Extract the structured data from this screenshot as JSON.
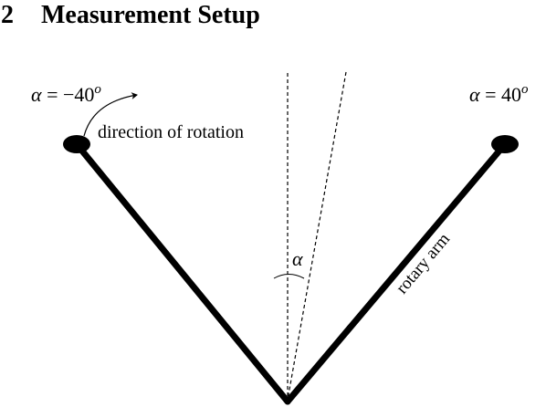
{
  "section": {
    "number": "2",
    "title": "Measurement Setup"
  },
  "diagram": {
    "left_angle_label": {
      "symbol": "α",
      "relation": " = −40",
      "superscript": "o"
    },
    "right_angle_label": {
      "symbol": "α",
      "relation": " = 40",
      "superscript": "o"
    },
    "rotation_label": "direction of rotation",
    "center_angle_label": "α",
    "arm_label": "rotary arm",
    "colors": {
      "stroke": "#000000",
      "background": "#ffffff"
    }
  }
}
